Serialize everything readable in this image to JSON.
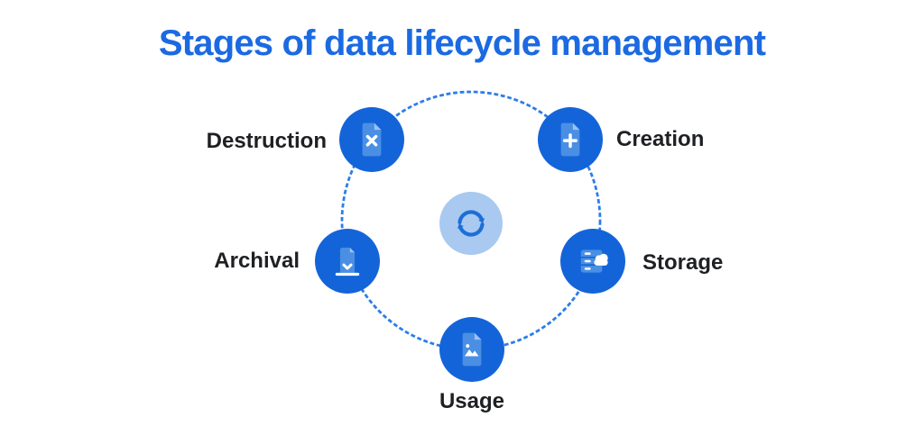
{
  "title": "Stages of data lifecycle management",
  "diagram": {
    "type": "cycle",
    "center_icon": "sync-cycle-icon",
    "ring_style": "dashed-circle"
  },
  "stages": [
    {
      "label": "Destruction",
      "icon": "file-delete-icon",
      "position": "upper-left"
    },
    {
      "label": "Creation",
      "icon": "file-add-icon",
      "position": "upper-right"
    },
    {
      "label": "Archival",
      "icon": "archive-file-icon",
      "position": "middle-left"
    },
    {
      "label": "Storage",
      "icon": "server-cloud-icon",
      "position": "middle-right"
    },
    {
      "label": "Usage",
      "icon": "file-image-icon",
      "position": "bottom"
    }
  ],
  "colors": {
    "background": "#ffffff",
    "title_blue": "#1b6ae2",
    "stage_circle_blue": "#1464d9",
    "glyph_light_blue": "#4a8fe3",
    "glyph_fold_blue": "#9cc2f0",
    "center_circle_blue": "#a9c9f0",
    "center_arrow_blue": "#1c6fd6",
    "dashed_ring_blue": "#2b7de9",
    "label_text": "#1f2023",
    "glyph_detail_white": "#ffffff"
  }
}
